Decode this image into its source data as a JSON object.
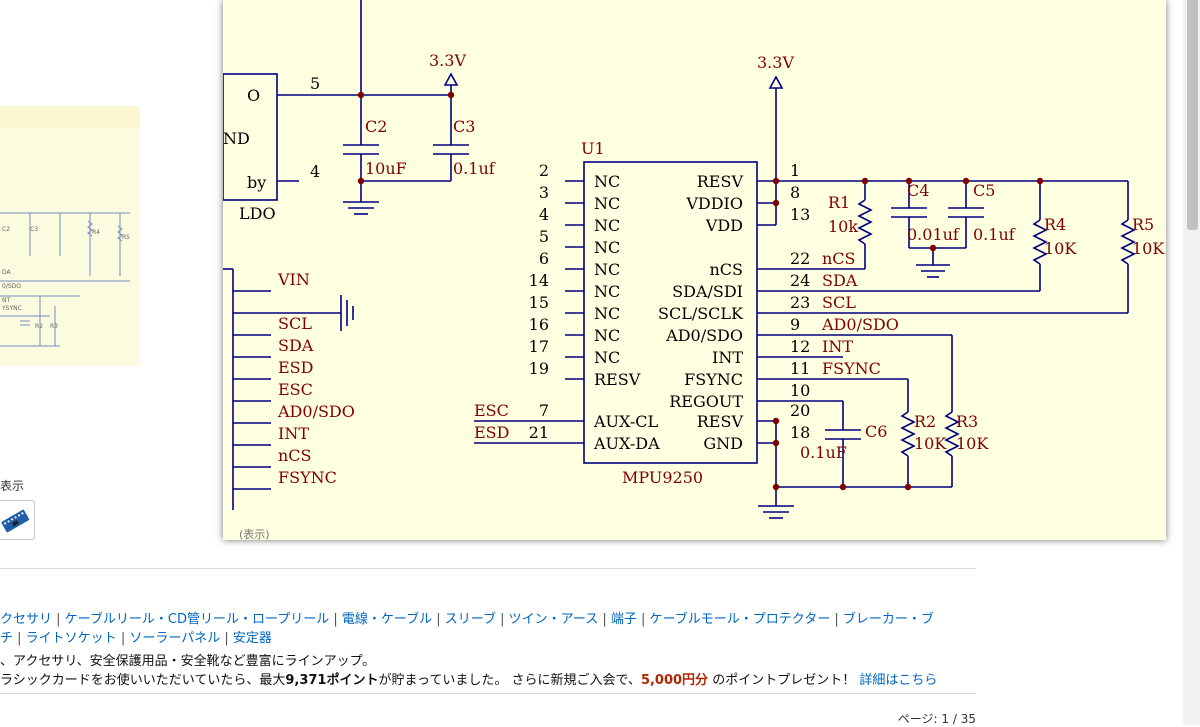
{
  "schematic": {
    "supply_3v3_a": "3.3V",
    "supply_3v3_b": "3.3V",
    "ldo": {
      "pin_o": "O",
      "pin_nd": "ND",
      "pin_by": "by",
      "label": "LDO",
      "pin5": "5",
      "pin4": "4"
    },
    "c2": {
      "ref": "C2",
      "value": "10uF"
    },
    "c3": {
      "ref": "C3",
      "value": "0.1uf"
    },
    "u1": {
      "ref": "U1",
      "part": "MPU9250"
    },
    "left_pins": [
      {
        "num": "2",
        "name": "NC"
      },
      {
        "num": "3",
        "name": "NC"
      },
      {
        "num": "4",
        "name": "NC"
      },
      {
        "num": "5",
        "name": "NC"
      },
      {
        "num": "6",
        "name": "NC"
      },
      {
        "num": "14",
        "name": "NC"
      },
      {
        "num": "15",
        "name": "NC"
      },
      {
        "num": "16",
        "name": "NC"
      },
      {
        "num": "17",
        "name": "NC"
      },
      {
        "num": "19",
        "name": "RESV"
      },
      {
        "num": "7",
        "name": "AUX-CL"
      },
      {
        "num": "21",
        "name": "AUX-DA"
      }
    ],
    "right_pins": [
      {
        "num": "1",
        "name": "RESV",
        "net": ""
      },
      {
        "num": "8",
        "name": "VDDIO",
        "net": ""
      },
      {
        "num": "13",
        "name": "VDD",
        "net": ""
      },
      {
        "num": "22",
        "name": "nCS",
        "net": "nCS"
      },
      {
        "num": "24",
        "name": "SDA/SDI",
        "net": "SDA"
      },
      {
        "num": "23",
        "name": "SCL/SCLK",
        "net": "SCL"
      },
      {
        "num": "9",
        "name": "AD0/SDO",
        "net": "AD0/SDO"
      },
      {
        "num": "12",
        "name": "INT",
        "net": "INT"
      },
      {
        "num": "11",
        "name": "FSYNC",
        "net": "FSYNC"
      },
      {
        "num": "10",
        "name": "REGOUT",
        "net": ""
      },
      {
        "num": "20",
        "name": "RESV",
        "net": ""
      },
      {
        "num": "18",
        "name": "GND",
        "net": ""
      }
    ],
    "r1": {
      "ref": "R1",
      "value": "10k"
    },
    "c4": {
      "ref": "C4",
      "value": "0.01uf"
    },
    "c5": {
      "ref": "C5",
      "value": "0.1uf"
    },
    "r4": {
      "ref": "R4",
      "value": "10K"
    },
    "r5": {
      "ref": "R5",
      "value": "10K"
    },
    "c6": {
      "ref": "C6",
      "value": "0.1uF"
    },
    "r2": {
      "ref": "R2",
      "value": "10K"
    },
    "r3": {
      "ref": "R3",
      "value": "10K"
    },
    "aux_nets": [
      "ESC",
      "ESD"
    ],
    "header_nets": [
      "VIN",
      "SCL",
      "SDA",
      "ESD",
      "ESC",
      "AD0/SDO",
      "INT",
      "nCS",
      "FSYNC"
    ]
  },
  "thumbnail": {
    "label": "表示"
  },
  "popup_footer": "(表示)",
  "links": {
    "line1": [
      "クセサリ",
      "ケーブルリール・CD管リール・ロープリール",
      "電線・ケーブル",
      "スリーブ",
      "ツイン・アース",
      "端子",
      "ケーブルモール・プロテクター",
      "ブレーカー・ブ"
    ],
    "line2": [
      "チ",
      "ライトソケット",
      "ソーラーパネル",
      "安定器"
    ]
  },
  "promo_text": "、アクセサリ、安全保護用品・安全靴など豊富にラインアップ。",
  "points": {
    "prefix": "ラシックカードをお使いいただいていたら、最大",
    "points_value": "9,371ポイント",
    "middle": "が貯まっていました。 さらに新規ご入会で、",
    "bonus": "5,000円分",
    "suffix": "のポイントプレゼント！",
    "detail_link": "詳細はこちら"
  },
  "pager": "ページ: 1 / 35",
  "colors": {
    "wire": "#000080",
    "text": "#800000",
    "junction": "#800000",
    "popup_bg": "#ffffe1",
    "link": "#0066c0",
    "price": "#b12704"
  }
}
